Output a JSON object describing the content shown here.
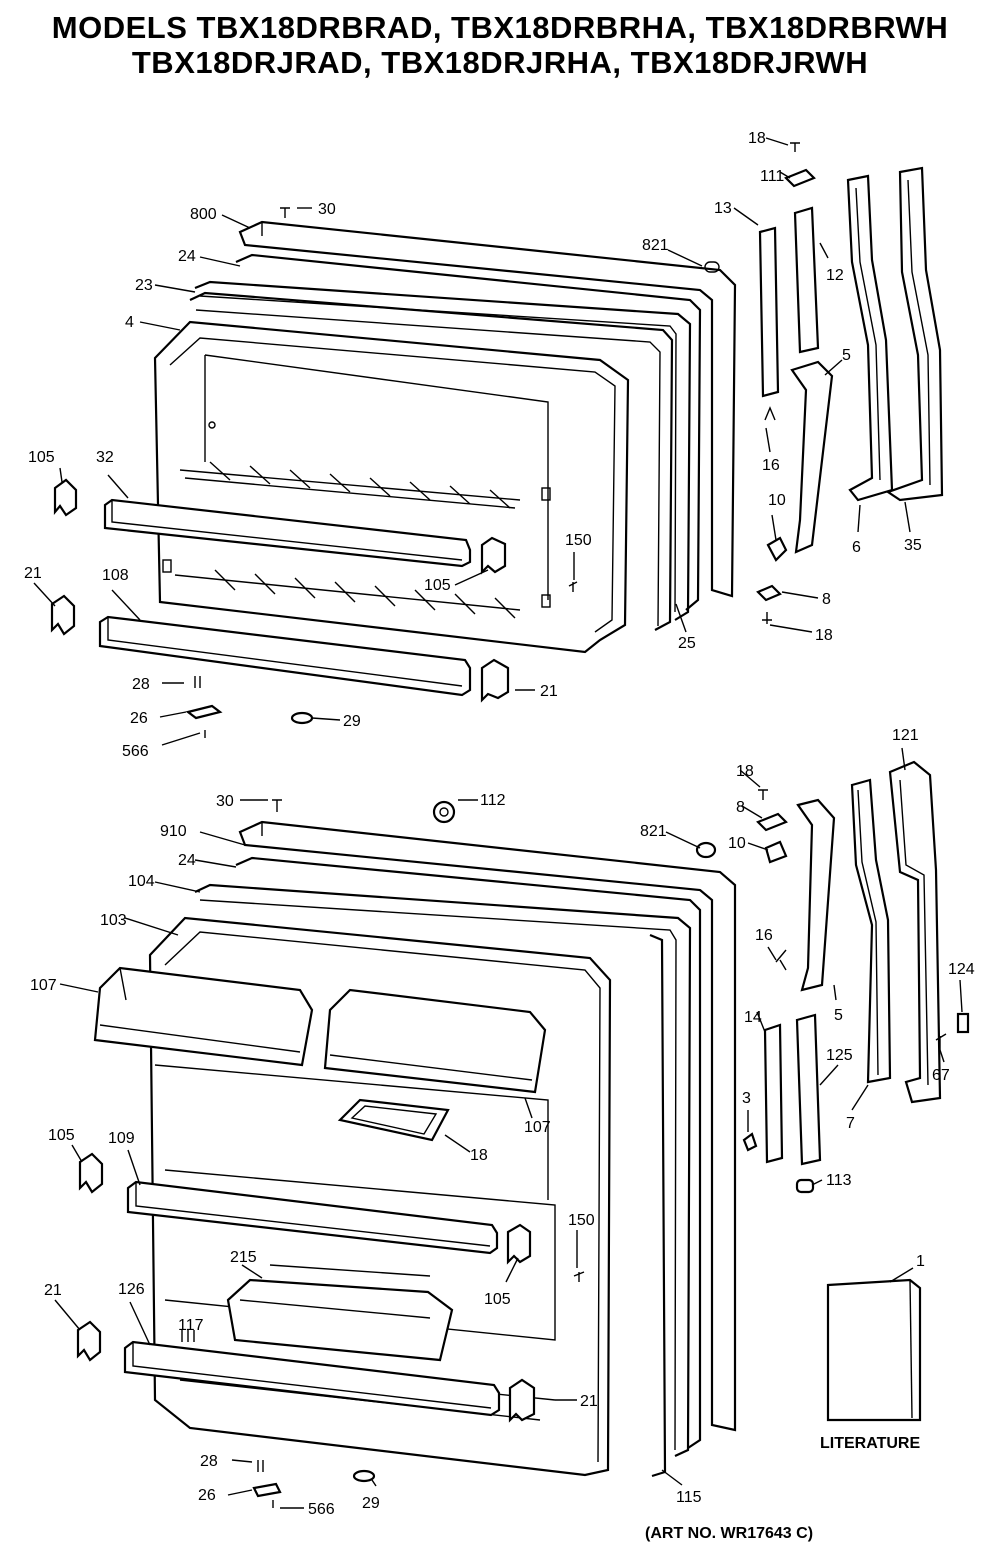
{
  "header": {
    "title_line1": "MODELS TBX18DRBRAD, TBX18DRBRHA, TBX18DRBRWH",
    "title_line2": "TBX18DRJRAD, TBX18DRJRHA, TBX18DRJRWH"
  },
  "labels_upper": {
    "p18a": "18",
    "p111": "111",
    "p30a": "30",
    "p800": "800",
    "p13": "13",
    "p12": "12",
    "p24a": "24",
    "p821a": "821",
    "p23": "23",
    "p4": "4",
    "p5a": "5",
    "p16a": "16",
    "p105a": "105",
    "p32": "32",
    "p10a": "10",
    "p6": "6",
    "p35": "35",
    "p150a": "150",
    "p105b": "105",
    "p21a": "21",
    "p108": "108",
    "p8a": "8",
    "p18b": "18",
    "p25": "25",
    "p28a": "28",
    "p21b": "21",
    "p26a": "26",
    "p29a": "29",
    "p566a": "566"
  },
  "labels_lower": {
    "p121": "121",
    "p18c": "18",
    "p8b": "8",
    "p30b": "30",
    "p112": "112",
    "p910": "910",
    "p821b": "821",
    "p10b": "10",
    "p24b": "24",
    "p104": "104",
    "p16b": "16",
    "p103": "103",
    "p124": "124",
    "p107a": "107",
    "p14": "14",
    "p5b": "5",
    "p67": "67",
    "p125": "125",
    "p3": "3",
    "p7": "7",
    "p107b": "107",
    "p105c": "105",
    "p109": "109",
    "p18d": "18",
    "p113": "113",
    "p150b": "150",
    "p215": "215",
    "p105d": "105",
    "p1": "1",
    "p21c": "21",
    "p126": "126",
    "p117": "117",
    "p21d": "21",
    "p28b": "28",
    "p26b": "26",
    "p566b": "566",
    "p29b": "29",
    "p115": "115"
  },
  "literature": {
    "label": "LITERATURE"
  },
  "art_no": {
    "label": "(ART NO. WR17643 C)"
  }
}
